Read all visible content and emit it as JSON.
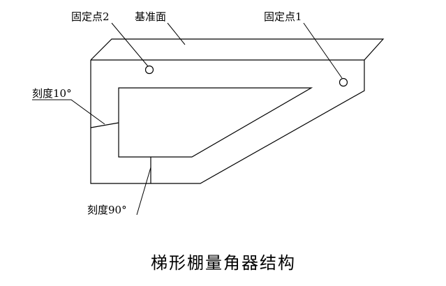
{
  "labels": {
    "fixed_point_2": "固定点2",
    "reference_plane": "基准面",
    "fixed_point_1": "固定点1",
    "scale_10": "刻度10°",
    "scale_90": "刻度90°"
  },
  "caption": "梯形棚量角器结构",
  "colors": {
    "line": "#000000",
    "background": "#ffffff"
  }
}
